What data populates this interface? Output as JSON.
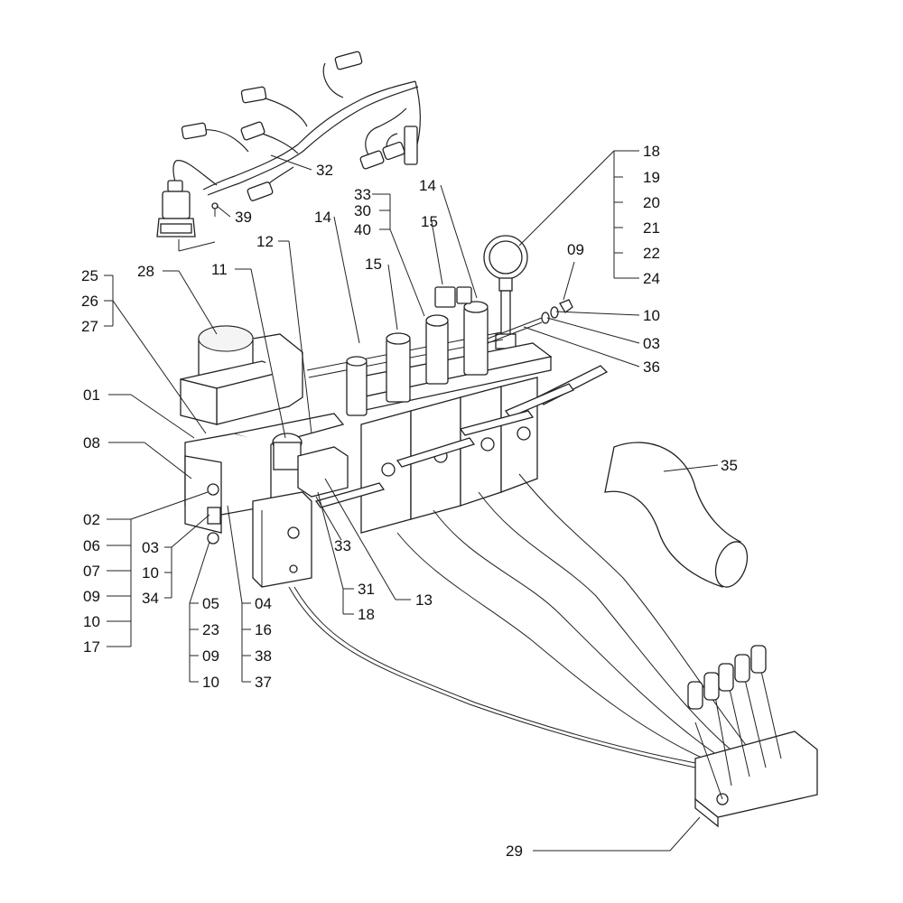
{
  "labels": [
    {
      "key": "l18a",
      "text": "18"
    },
    {
      "key": "l19",
      "text": "19"
    },
    {
      "key": "l20",
      "text": "20"
    },
    {
      "key": "l21",
      "text": "21"
    },
    {
      "key": "l22",
      "text": "22"
    },
    {
      "key": "l24",
      "text": "24"
    },
    {
      "key": "l32",
      "text": "32"
    },
    {
      "key": "l39",
      "text": "39"
    },
    {
      "key": "l33a",
      "text": "33"
    },
    {
      "key": "l30",
      "text": "30"
    },
    {
      "key": "l40",
      "text": "40"
    },
    {
      "key": "l14a",
      "text": "14"
    },
    {
      "key": "l14b",
      "text": "14"
    },
    {
      "key": "l15a",
      "text": "15"
    },
    {
      "key": "l15b",
      "text": "15"
    },
    {
      "key": "l12",
      "text": "12"
    },
    {
      "key": "l11",
      "text": "11"
    },
    {
      "key": "l28",
      "text": "28"
    },
    {
      "key": "l09a",
      "text": "09"
    },
    {
      "key": "l10a",
      "text": "10"
    },
    {
      "key": "l03a",
      "text": "03"
    },
    {
      "key": "l36",
      "text": "36"
    },
    {
      "key": "l25",
      "text": "25"
    },
    {
      "key": "l26",
      "text": "26"
    },
    {
      "key": "l27",
      "text": "27"
    },
    {
      "key": "l01",
      "text": "01"
    },
    {
      "key": "l08",
      "text": "08"
    },
    {
      "key": "l35",
      "text": "35"
    },
    {
      "key": "l02",
      "text": "02"
    },
    {
      "key": "l06",
      "text": "06"
    },
    {
      "key": "l07",
      "text": "07"
    },
    {
      "key": "l09b",
      "text": "09"
    },
    {
      "key": "l10b",
      "text": "10"
    },
    {
      "key": "l17",
      "text": "17"
    },
    {
      "key": "l03b",
      "text": "03"
    },
    {
      "key": "l10c",
      "text": "10"
    },
    {
      "key": "l34",
      "text": "34"
    },
    {
      "key": "l05",
      "text": "05"
    },
    {
      "key": "l23",
      "text": "23"
    },
    {
      "key": "l09c",
      "text": "09"
    },
    {
      "key": "l10d",
      "text": "10"
    },
    {
      "key": "l04",
      "text": "04"
    },
    {
      "key": "l16",
      "text": "16"
    },
    {
      "key": "l38",
      "text": "38"
    },
    {
      "key": "l37",
      "text": "37"
    },
    {
      "key": "l33b",
      "text": "33"
    },
    {
      "key": "l31",
      "text": "31"
    },
    {
      "key": "l18b",
      "text": "18"
    },
    {
      "key": "l13",
      "text": "13"
    },
    {
      "key": "l29",
      "text": "29"
    }
  ]
}
